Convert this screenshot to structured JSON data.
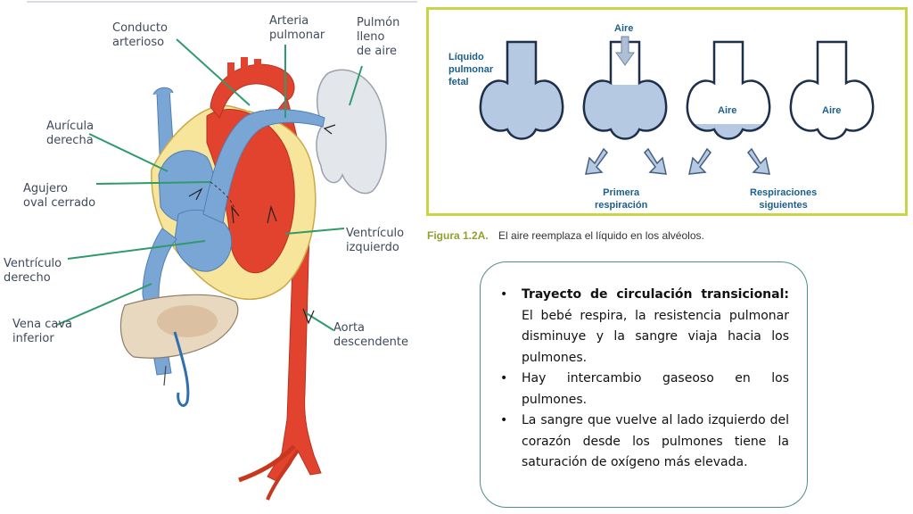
{
  "heart_labels": {
    "conducto": "Conducto\narterioso",
    "arteria": "Arteria\npulmonar",
    "pulmon": "Pulmón\nlleno\nde aire",
    "auricula": "Aurícula\nderecha",
    "agujero": "Agujero\noval cerrado",
    "ventriculo_izq": "Ventrículo\nizquierdo",
    "ventriculo_der": "Ventrículo\nderecho",
    "vena_cava": "Vena cava\ninferior",
    "aorta": "Aorta\ndescendente"
  },
  "figure": {
    "aire_top": "Aire",
    "liquido": "Líquido\npulmonar\nfetal",
    "aire_3": "Aire",
    "aire_4": "Aire",
    "primera": "Primera\nrespiración",
    "siguientes": "Respiraciones\nsiguientes",
    "caption_number": "Figura 1.2A.",
    "caption_text": "El aire reemplaza el líquido en los alvéolos."
  },
  "textbox": {
    "bullet": "•",
    "item1_title": "Trayecto de circulación transicional:",
    "item1_text": "El bebé respira, la resistencia pulmonar disminuye y la sangre viaja hacia los pulmones.",
    "item2_text": "Hay intercambio gaseoso en los pulmones.",
    "item3_text": "La sangre que vuelve al lado izquierdo del corazón desde los pulmones tiene la saturación de oxígeno más elevada."
  },
  "colors": {
    "venous_blue": "#7aa6d6",
    "arterial_red": "#e2432e",
    "myocardium_yellow": "#f6e59a",
    "lung_grey": "#e3e6ea",
    "liver_tan": "#e9d8c0",
    "leader_green": "#2f9a6c",
    "frame_yellow_green": "#c9d447",
    "box_border_teal": "#4f8e8c"
  }
}
